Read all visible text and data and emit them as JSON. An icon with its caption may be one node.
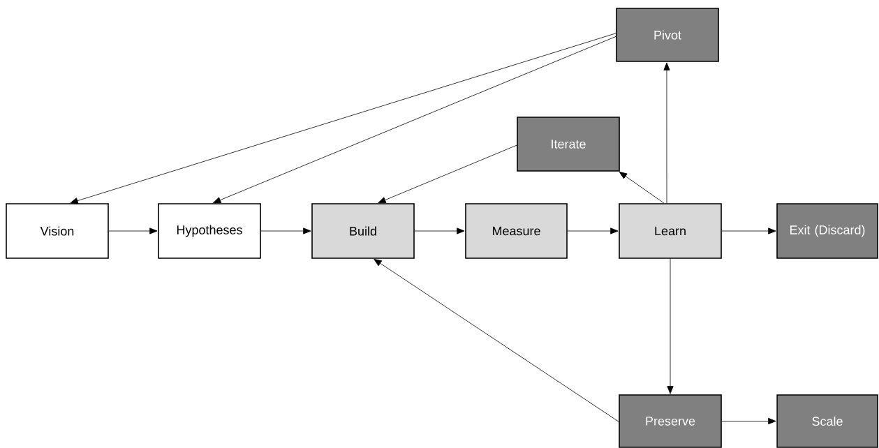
{
  "diagram": {
    "nodes": [
      {
        "text": [
          "Pivot"
        ]
      },
      {
        "text": [
          "Iterate"
        ]
      },
      {
        "text": [
          "Vision"
        ]
      },
      {
        "text": [
          "Hypotheses"
        ]
      },
      {
        "text": [
          "Build"
        ]
      },
      {
        "text": [
          "Measure"
        ]
      },
      {
        "text": [
          "Learn"
        ]
      },
      {
        "text": [
          "Exit (Discard)"
        ]
      },
      {
        "text": [
          "Preserve"
        ]
      },
      {
        "text": [
          "Scale"
        ]
      }
    ],
    "edges": [
      {
        "from": 0,
        "to": 2,
        "arrow": "to"
      },
      {
        "from": 0,
        "to": 3,
        "arrow": "to"
      },
      {
        "from": 1,
        "to": 4,
        "arrow": "to"
      },
      {
        "from": 2,
        "to": 3,
        "arrow": "to"
      },
      {
        "from": 3,
        "to": 4,
        "arrow": "to"
      },
      {
        "from": 4,
        "to": 5,
        "arrow": "to"
      },
      {
        "from": 5,
        "to": 6,
        "arrow": "to"
      },
      {
        "from": 6,
        "to": 1,
        "arrow": "to"
      },
      {
        "from": 6,
        "to": 0,
        "arrow": "to"
      },
      {
        "from": 6,
        "to": 7,
        "arrow": "to"
      },
      {
        "from": 6,
        "to": 8,
        "arrow": "to"
      },
      {
        "from": 8,
        "to": 4,
        "arrow": "to"
      },
      {
        "from": 8,
        "to": 9,
        "arrow": "to"
      }
    ]
  }
}
